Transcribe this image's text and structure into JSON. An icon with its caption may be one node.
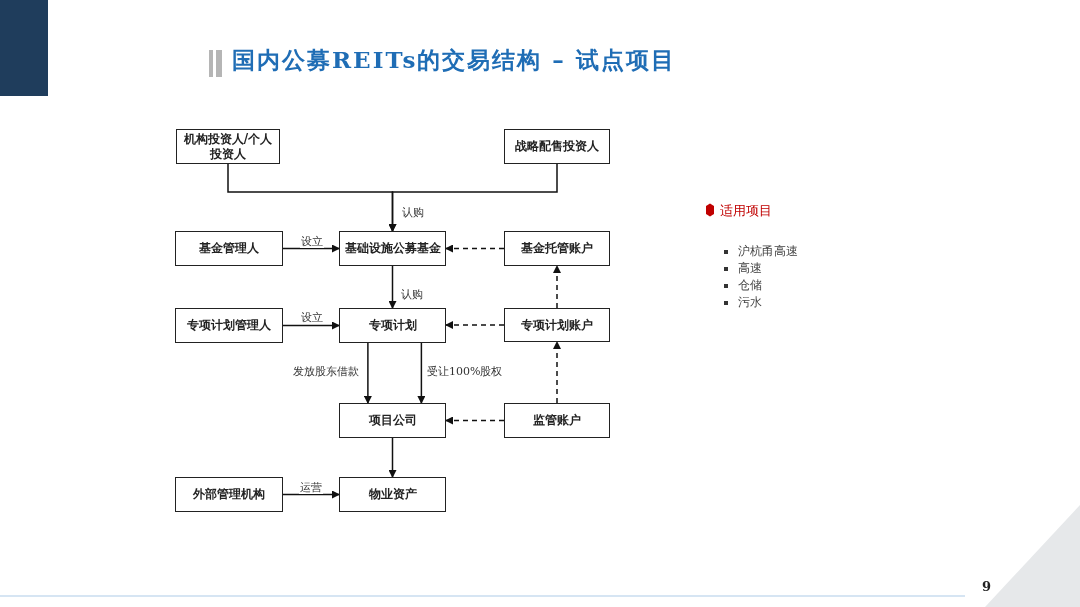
{
  "diagram": {
    "title": "国内公募REITs的交易结构 – 试点项目",
    "nodes": [
      {
        "text": [
          "机构投资人/个人投资人"
        ]
      },
      {
        "text": [
          "战略配售投资人"
        ]
      },
      {
        "text": [
          "基金管理人"
        ]
      },
      {
        "text": [
          "基础设施公募基金"
        ]
      },
      {
        "text": [
          "基金托管账户"
        ]
      },
      {
        "text": [
          "专项计划管理人"
        ]
      },
      {
        "text": [
          "专项计划"
        ]
      },
      {
        "text": [
          "专项计划账户"
        ]
      },
      {
        "text": [
          "项目公司"
        ]
      },
      {
        "text": [
          "监管账户"
        ]
      },
      {
        "text": [
          "外部管理机构"
        ]
      },
      {
        "text": [
          "物业资产"
        ]
      }
    ],
    "edges": [
      {
        "from": 0,
        "to": 3,
        "arrow": "to",
        "label": "认购"
      },
      {
        "from": 1,
        "to": 3,
        "arrow": "to"
      },
      {
        "from": 2,
        "to": 3,
        "arrow": "to",
        "label": "设立"
      },
      {
        "from": 4,
        "to": 3,
        "arrow": "to",
        "style": "dashed"
      },
      {
        "from": 3,
        "to": 6,
        "arrow": "to",
        "label": "认购"
      },
      {
        "from": 5,
        "to": 6,
        "arrow": "to",
        "label": "设立"
      },
      {
        "from": 7,
        "to": 6,
        "arrow": "to",
        "style": "dashed"
      },
      {
        "from": 7,
        "to": 4,
        "arrow": "to",
        "style": "dashed"
      },
      {
        "from": 6,
        "to": 8,
        "arrow": "to",
        "label": "发放股东借款"
      },
      {
        "from": 6,
        "to": 8,
        "arrow": "to",
        "label": "受让100%股权"
      },
      {
        "from": 9,
        "to": 8,
        "arrow": "to",
        "style": "dashed"
      },
      {
        "from": 9,
        "to": 7,
        "arrow": "to",
        "style": "dashed"
      },
      {
        "from": 8,
        "to": 11,
        "arrow": "to"
      },
      {
        "from": 10,
        "to": 11,
        "arrow": "to",
        "label": "运营"
      }
    ],
    "labels": [
      "适用项目",
      "沪杭甬高速",
      "高速",
      "仓储",
      "污水",
      "9"
    ]
  }
}
